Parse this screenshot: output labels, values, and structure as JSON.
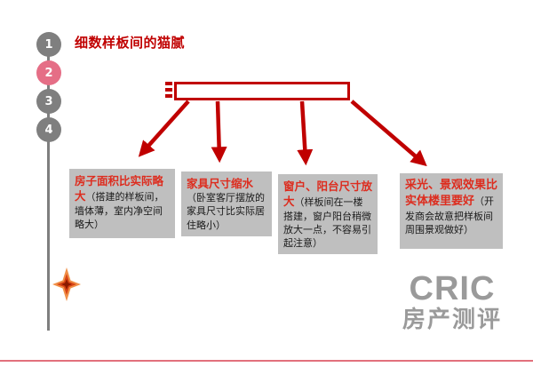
{
  "title": "细数样板间的猫腻",
  "steps": {
    "items": [
      "1",
      "2",
      "3",
      "4"
    ],
    "active_step": "2"
  },
  "diagram": {
    "center_box_label": "",
    "branches": [
      {
        "heading": "房子面积比实际略大",
        "body": "（搭建的样板间，墙体薄，室内净空间略大）"
      },
      {
        "heading": "家具尺寸缩水",
        "body": "（卧室客厅摆放的家具尺寸比实际居住略小）"
      },
      {
        "heading": "窗户、阳台尺寸放大",
        "body": "（样板间在一楼搭建，窗户阳台稍微放大一点，不容易引起注意）"
      },
      {
        "heading": "采光、景观效果比实体楼里要好",
        "body": "（开发商会故意把样板间周围景观做好）"
      }
    ]
  },
  "logo": {
    "name": "CRIC",
    "subtitle": "房产测评"
  },
  "colors": {
    "accent_red": "#c00000",
    "heading_red": "#dd2c1e",
    "node_gray": "#bfbfbf",
    "step_gray": "#7f7f7f",
    "step_active_pink": "#e56e86",
    "logo_gray": "#9a9a9a",
    "star_orange": "#f09048"
  }
}
